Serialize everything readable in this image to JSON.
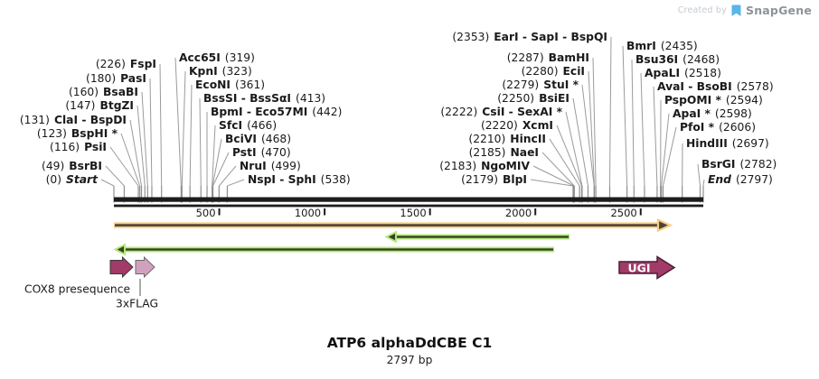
{
  "watermark": {
    "created_by": "Created by",
    "brand": "SnapGene"
  },
  "title": {
    "name": "ATP6 alphaDdCBE C1",
    "length": "2797 bp"
  },
  "ruler": {
    "ticks": [
      {
        "bp": 500,
        "label": "500"
      },
      {
        "bp": 1000,
        "label": "1000"
      },
      {
        "bp": 1500,
        "label": "1500"
      },
      {
        "bp": 2000,
        "label": "2000"
      },
      {
        "bp": 2500,
        "label": "2500"
      }
    ]
  },
  "restriction_sites": {
    "clusters": [
      {
        "sites": [
          {
            "num": "(226)",
            "name": "FspI",
            "bp": 226
          },
          {
            "num": "(180)",
            "name": "PasI",
            "bp": 180
          },
          {
            "num": "(160)",
            "name": "BsaBI",
            "bp": 160
          },
          {
            "num": "(147)",
            "name": "BtgZI",
            "bp": 147
          },
          {
            "num": "(131)",
            "name": "ClaI - BspDI",
            "bp": 131
          },
          {
            "num": "(123)",
            "name": "BspHI *",
            "bp": 123
          },
          {
            "num": "(116)",
            "name": "PsiI",
            "bp": 116
          },
          {
            "num": "(49)",
            "name": "BsrBI",
            "bp": 49
          },
          {
            "num": "(0)",
            "name": "Start",
            "bp": 0,
            "italic": true
          }
        ]
      },
      {
        "sites": [
          {
            "name": "Acc65I",
            "num": "(319)",
            "bp": 319
          },
          {
            "name": "KpnI",
            "num": "(323)",
            "bp": 323
          },
          {
            "name": "EcoNI",
            "num": "(361)",
            "bp": 361
          },
          {
            "name": "BssSI - BssSαI",
            "num": "(413)",
            "bp": 413
          },
          {
            "name": "BpmI - Eco57MI",
            "num": "(442)",
            "bp": 442
          },
          {
            "name": "SfcI",
            "num": "(466)",
            "bp": 466
          },
          {
            "name": "BciVI",
            "num": "(468)",
            "bp": 468
          },
          {
            "name": "PstI",
            "num": "(470)",
            "bp": 470
          },
          {
            "name": "NruI",
            "num": "(499)",
            "bp": 499
          },
          {
            "name": "NspI - SphI",
            "num": "(538)",
            "bp": 538
          }
        ]
      },
      {
        "sites": [
          {
            "num": "(2353)",
            "name": "EarI - SapI - BspQI",
            "bp": 2353
          },
          {
            "num": "(2287)",
            "name": "BamHI",
            "bp": 2287
          },
          {
            "num": "(2280)",
            "name": "EciI",
            "bp": 2280
          },
          {
            "num": "(2279)",
            "name": "StuI *",
            "bp": 2279
          },
          {
            "num": "(2250)",
            "name": "BsiEI",
            "bp": 2250
          },
          {
            "num": "(2222)",
            "name": "CsiI - SexAI *",
            "bp": 2222
          },
          {
            "num": "(2220)",
            "name": "XcmI",
            "bp": 2220
          },
          {
            "num": "(2210)",
            "name": "HincII",
            "bp": 2210
          },
          {
            "num": "(2185)",
            "name": "NaeI",
            "bp": 2185
          },
          {
            "num": "(2183)",
            "name": "NgoMIV",
            "bp": 2183
          },
          {
            "num": "(2179)",
            "name": "BlpI",
            "bp": 2179
          }
        ]
      },
      {
        "sites": [
          {
            "name": "BmrI",
            "num": "(2435)",
            "bp": 2435
          },
          {
            "name": "Bsu36I",
            "num": "(2468)",
            "bp": 2468
          },
          {
            "name": "ApaLI",
            "num": "(2518)",
            "bp": 2518
          },
          {
            "name": "AvaI - BsoBI",
            "num": "(2578)",
            "bp": 2578
          },
          {
            "name": "PspOMI *",
            "num": "(2594)",
            "bp": 2594
          },
          {
            "name": "ApaI *",
            "num": "(2598)",
            "bp": 2598
          },
          {
            "name": "PfoI *",
            "num": "(2606)",
            "bp": 2606
          },
          {
            "name": "HindIII",
            "num": "(2697)",
            "bp": 2697
          },
          {
            "name": "BsrGI",
            "num": "(2782)",
            "bp": 2782
          },
          {
            "name": "End",
            "num": "(2797)",
            "bp": 2797,
            "italic": true
          }
        ]
      }
    ]
  },
  "features": {
    "cds_arrow": {
      "direction": "right",
      "color": "#f7cd84"
    },
    "rev_arrow_1": {
      "direction": "left",
      "color": "#b2e87e"
    },
    "rev_arrow_2": {
      "direction": "left",
      "color": "#b2e87e"
    },
    "cox8": {
      "label": "COX8 presequence",
      "color": "#a23b68"
    },
    "flag3x": {
      "label": "3xFLAG",
      "color": "#d2a0bf"
    },
    "ugi": {
      "label": "UGI",
      "color": "#a23b68"
    }
  }
}
